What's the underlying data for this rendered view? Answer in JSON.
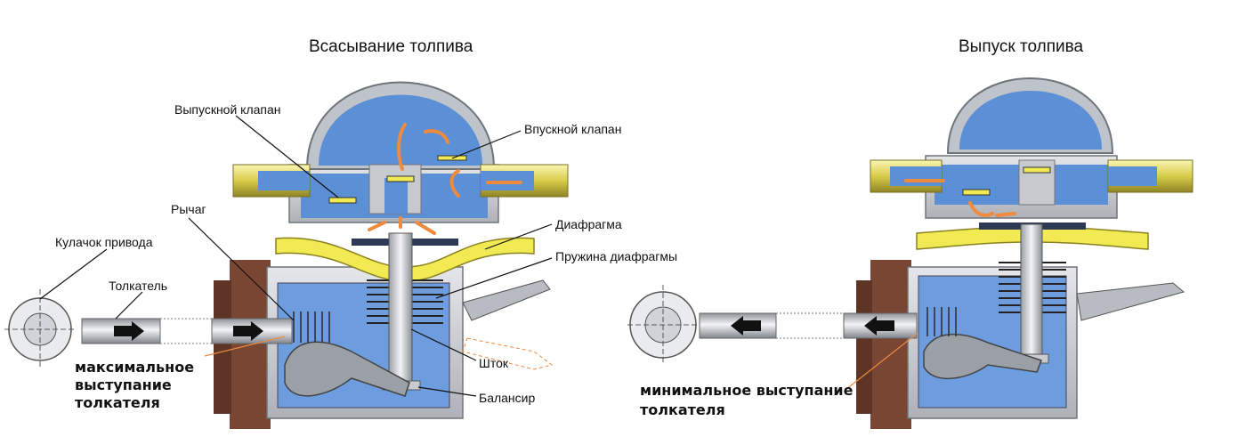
{
  "titles": {
    "left": "Всасывание толпива",
    "right": "Выпуск толпива"
  },
  "labels": {
    "outlet_valve": "Выпускной клапан",
    "inlet_valve": "Впускной клапан",
    "lever": "Рычаг",
    "diaphragm": "Диафрагма",
    "diaphragm_spring": "Пружина диафрагмы",
    "cam": "Кулачок привода",
    "pusher": "Толкатель",
    "rod": "Шток",
    "balancer": "Балансир"
  },
  "captions": {
    "max_line1": "максимальное",
    "max_line2": "выступание",
    "max_line3": "толкателя",
    "min_line1": "минимальное выступание",
    "min_line2": "толкателя"
  },
  "colors": {
    "fuel": "#5b8fd6",
    "fuel_light": "#8db4ea",
    "body": "#c9ccd1",
    "body_dark": "#8e939a",
    "diaphragm": "#f2ea52",
    "pipe": "#e2d96a",
    "arrow_flow": "#f08a3c",
    "brown": "#7a4634"
  }
}
